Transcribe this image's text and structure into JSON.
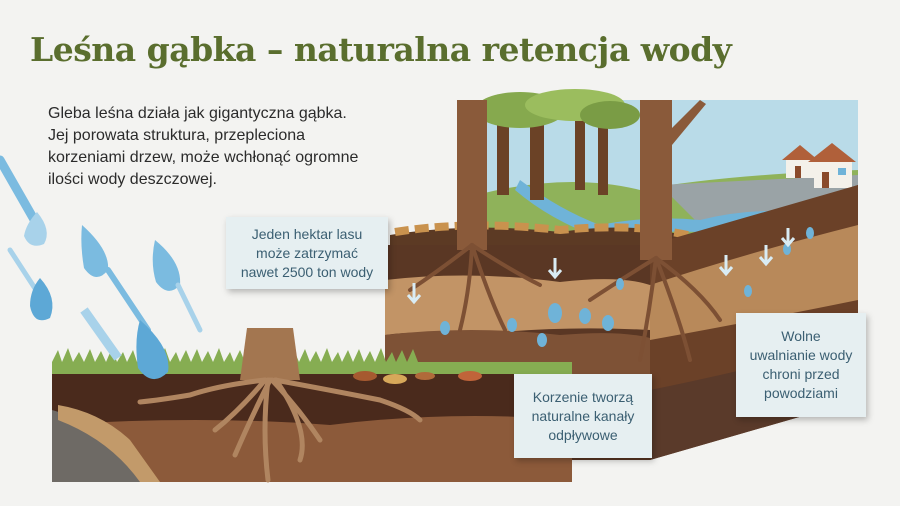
{
  "title": "Leśna gąbka – naturalna retencja wody",
  "intro": {
    "lines": [
      "Gleba leśna działa jak gigantyczna gąbka.",
      "Jej porowata struktura, przepleciona",
      "korzeniami drzew, może wchłonąć ogromne",
      "ilości wody deszczowej."
    ]
  },
  "callouts": [
    {
      "id": "retention",
      "lines": [
        "Jeden hektar lasu",
        "może zatrzymać",
        "nawet 2500 ton wody"
      ]
    },
    {
      "id": "root-channels",
      "lines": [
        "Korzenie tworzą",
        "naturalne kanały",
        "odpływowe"
      ]
    },
    {
      "id": "slow-release",
      "lines": [
        "Wolne",
        "uwalnianie wody",
        "chroni przed",
        "powodziami"
      ]
    }
  ],
  "colors": {
    "title": "#5a6e2e",
    "callout_bg": "#e6eff1",
    "callout_text": "#3b5f72",
    "water": "#6fb3d8",
    "soil_dark": "#4a2e1e",
    "soil_mid": "#8a5a3a",
    "soil_light": "#b98a5c",
    "grass": "#7ba04a",
    "sky": "#b9dbe8"
  }
}
